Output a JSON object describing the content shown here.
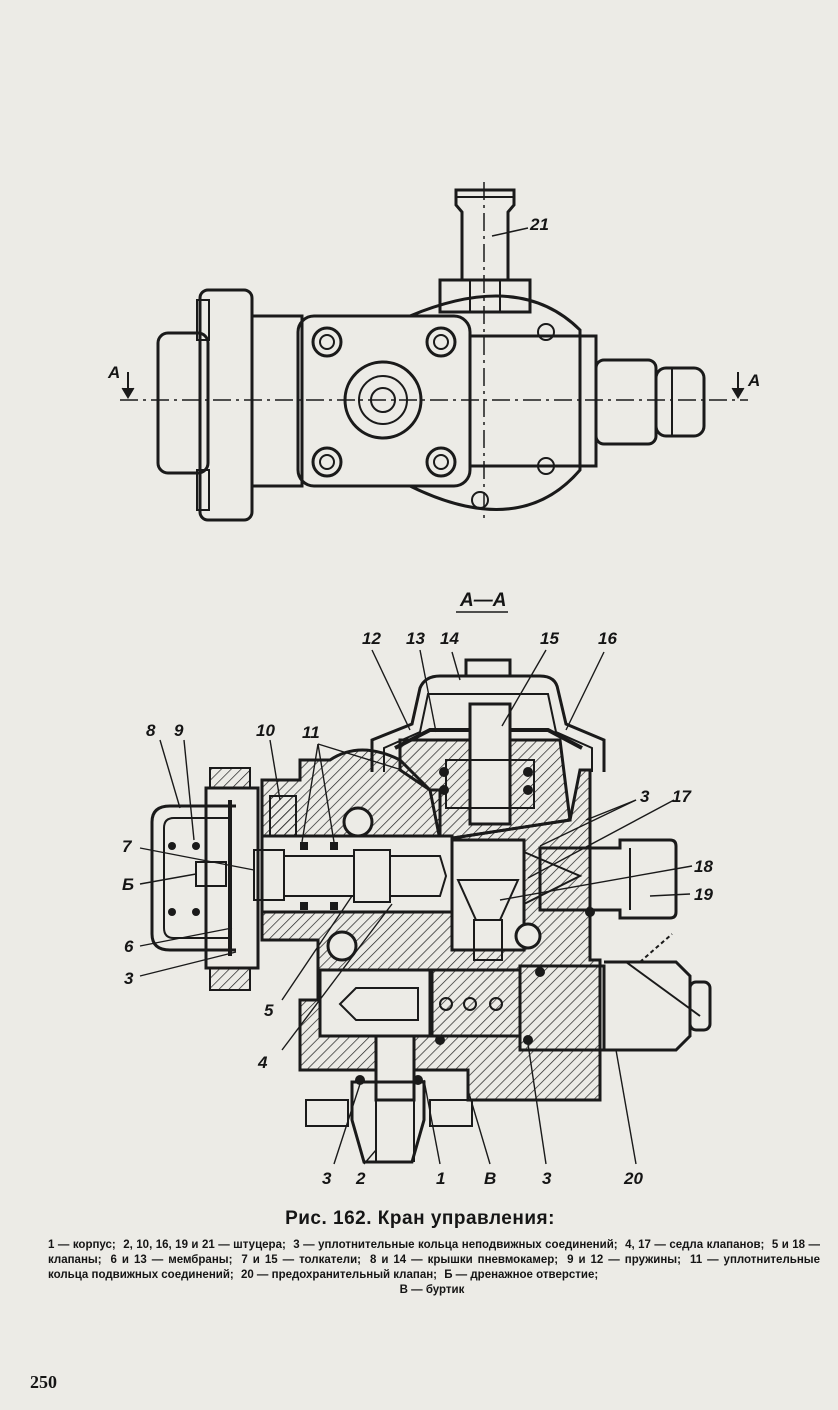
{
  "top_view": {
    "label_21": "21",
    "section_left": "A",
    "section_right": "A"
  },
  "section_view": {
    "title": "A—A",
    "labels": {
      "n12": "12",
      "n13": "13",
      "n14": "14",
      "n15": "15",
      "n16": "16",
      "n8": "8",
      "n9": "9",
      "n10": "10",
      "n11": "11",
      "n7": "7",
      "nB_drain": "Б",
      "n6": "6",
      "n3_left": "3",
      "n5": "5",
      "n4": "4",
      "n3_right": "3",
      "n17": "17",
      "n18": "18",
      "n19": "19",
      "n3_b1": "3",
      "n2": "2",
      "n1": "1",
      "nV": "В",
      "n3_b2": "3",
      "n20": "20"
    }
  },
  "caption": {
    "title": "Рис. 162. Кран управления:",
    "legend": [
      "1 — корпус;",
      "2, 10, 16, 19 и 21 — штуцера;",
      "3 — уплотнительные кольца неподвижных соединений;",
      "4, 17 — седла клапанов;",
      "5 и 18 — клапаны;",
      "6 и 13 — мембраны;",
      "7 и 15 — толкатели;",
      "8 и 14 — крышки пневмокамер;",
      "9 и 12 — пружины;",
      "11 — уплотнительные кольца подвижных соединений;",
      "20 — предохранительный клапан;",
      "Б — дренажное отверстие;"
    ],
    "legend_last": "В — буртик"
  },
  "page_number": "250"
}
